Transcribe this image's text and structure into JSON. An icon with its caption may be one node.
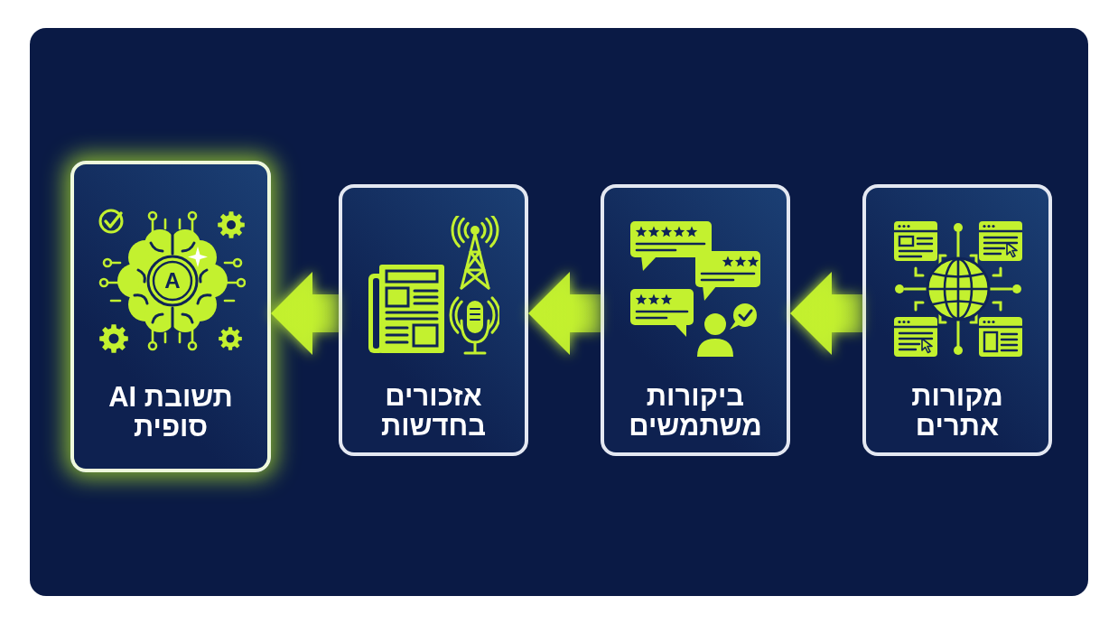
{
  "diagram": {
    "nodes": [
      {
        "text": [
          "מקורות אתרים"
        ]
      },
      {
        "text": [
          "ביקורות משתמשים"
        ]
      },
      {
        "text": [
          "אזכורים בחדשות"
        ]
      },
      {
        "text": [
          "תשובת AI סופית"
        ]
      }
    ],
    "edges": [
      {
        "from": 0,
        "to": 1,
        "arrow": "to"
      },
      {
        "from": 1,
        "to": 2,
        "arrow": "to"
      },
      {
        "from": 2,
        "to": 3,
        "arrow": "to"
      }
    ],
    "labels": [
      "A"
    ]
  }
}
